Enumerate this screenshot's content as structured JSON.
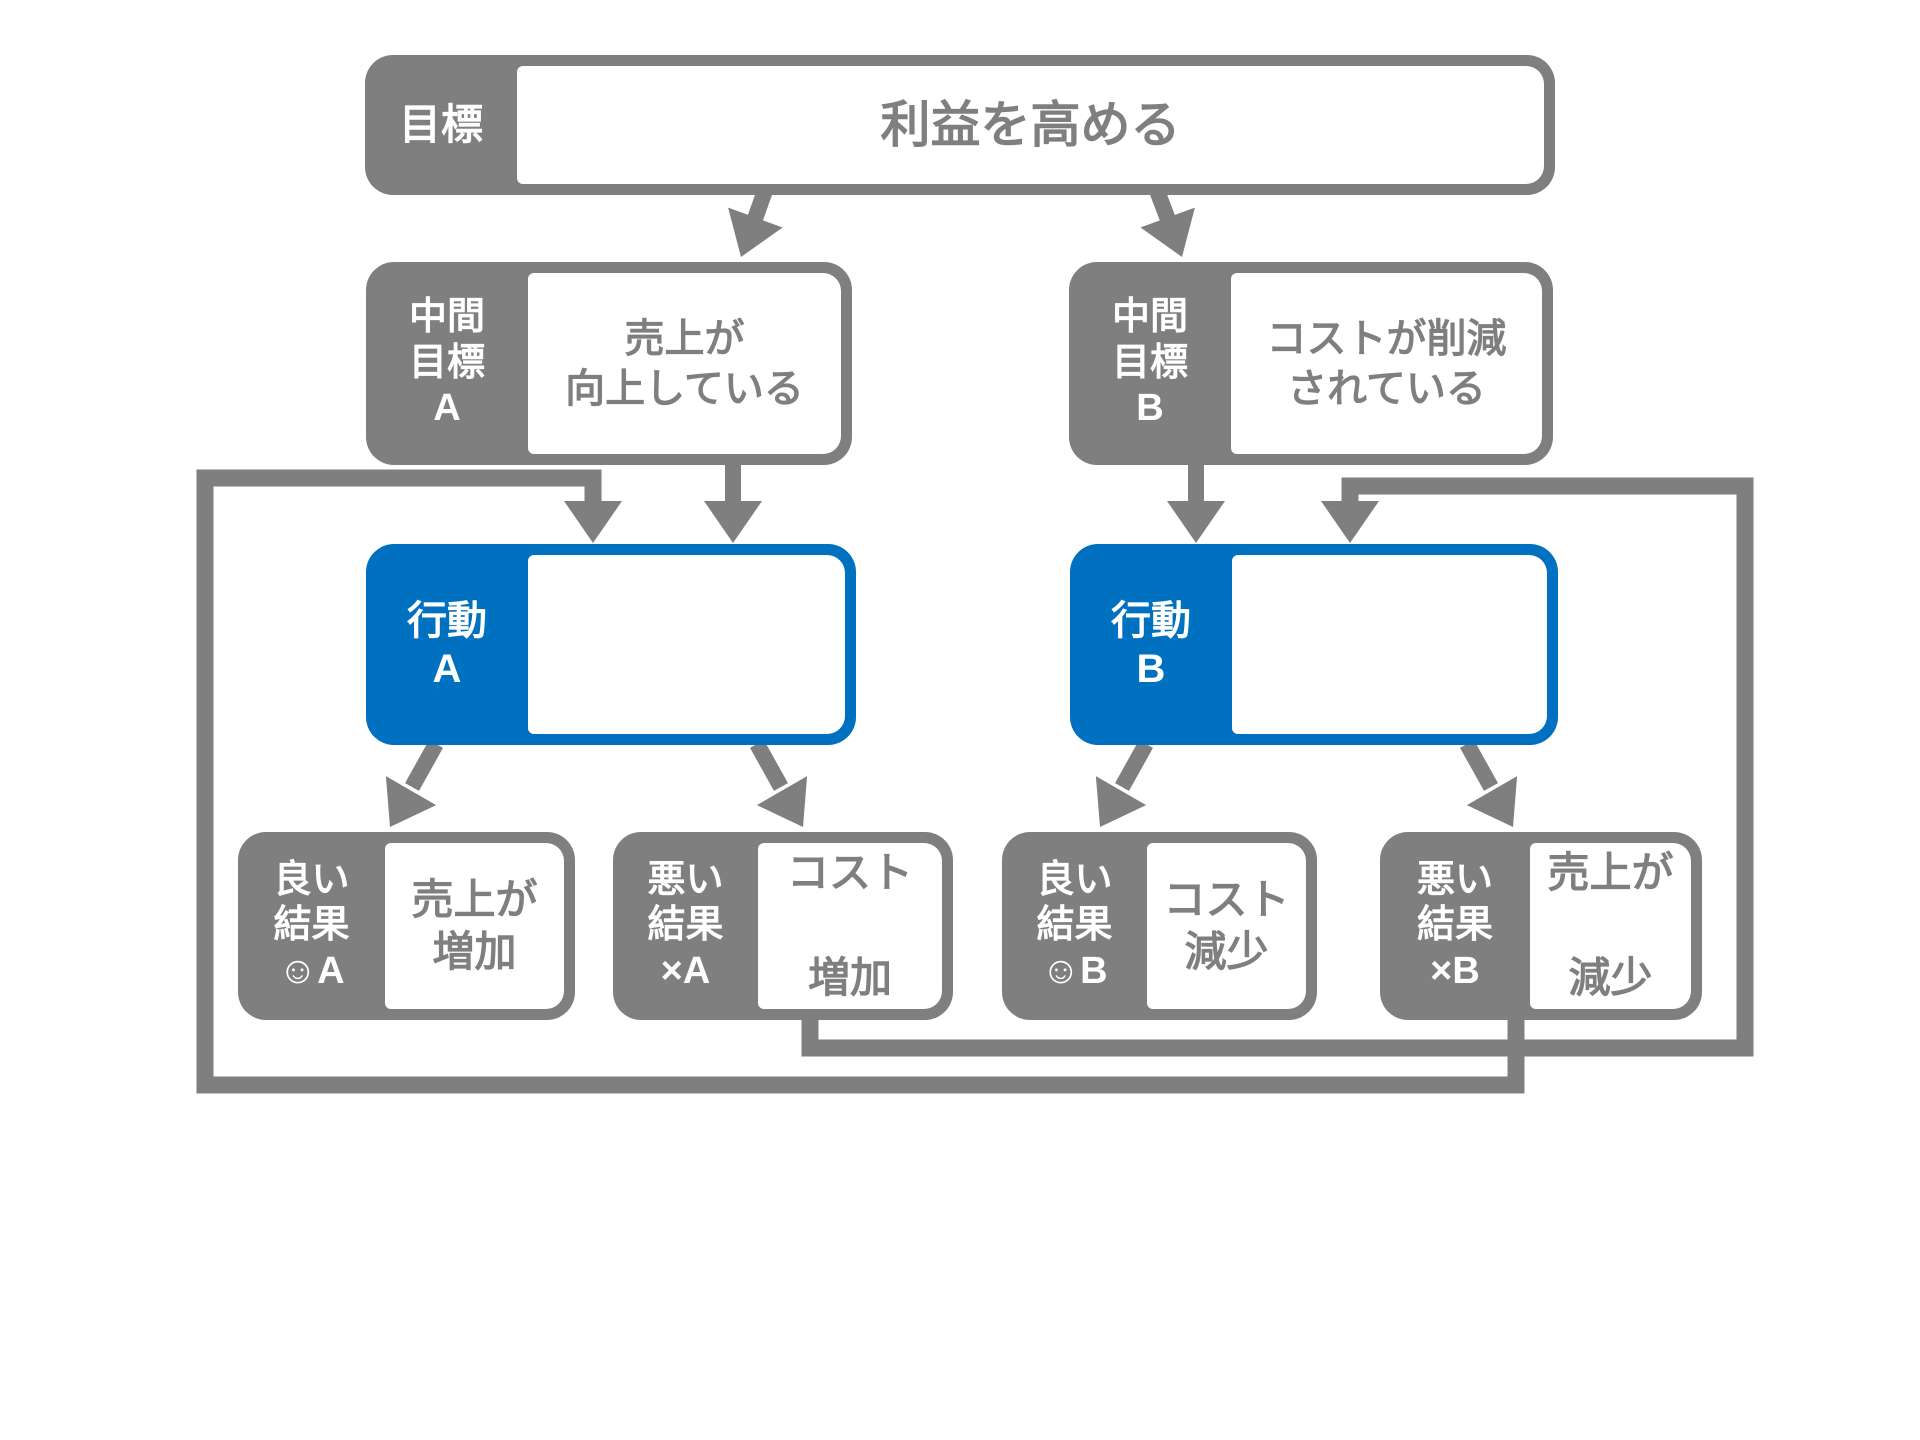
{
  "colors": {
    "box_gray": "#7F7F7F",
    "action_blue": "#0070C0",
    "label_text": "#FFFFFF",
    "content_text": "#7F7F7F",
    "background": "#FFFFFF"
  },
  "diagram": {
    "goal": {
      "label": "目標",
      "content": "利益を高める"
    },
    "intermediate_a": {
      "label": "中間\n目標\nA",
      "content": "売上が\n向上している"
    },
    "intermediate_b": {
      "label": "中間\n目標\nB",
      "content": "コストが削減\nされている"
    },
    "action_a": {
      "label": "行動\nA",
      "content": ""
    },
    "action_b": {
      "label": "行動\nB",
      "content": ""
    },
    "good_result_a": {
      "label": "良い\n結果\n☺A",
      "content": "売上が\n増加"
    },
    "bad_result_a": {
      "label": "悪い\n結果\n×A",
      "content": "コスト\n\n増加"
    },
    "good_result_b": {
      "label": "良い\n結果\n☺B",
      "content": "コスト\n減少"
    },
    "bad_result_b": {
      "label": "悪い\n結果\n×B",
      "content": "売上が\n\n減少"
    }
  }
}
